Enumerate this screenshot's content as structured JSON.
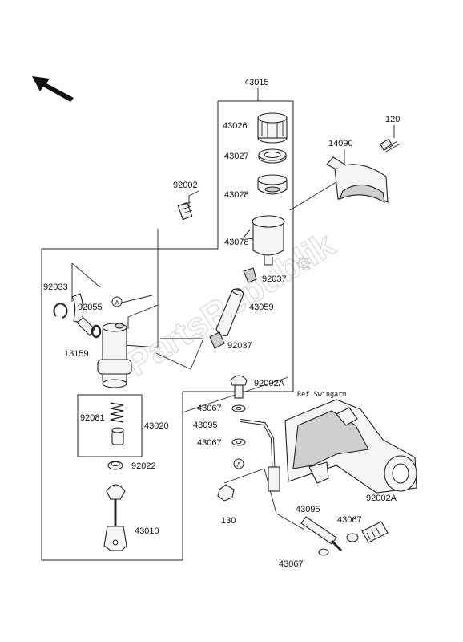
{
  "parts": {
    "p43015": "43015",
    "p43026": "43026",
    "p43027": "43027",
    "p43028": "43028",
    "p43078": "43078",
    "p120": "120",
    "p14090": "14090",
    "p92002": "92002",
    "p92033": "92033",
    "p92055": "92055",
    "p13159": "13159",
    "p92037a": "92037",
    "p43059": "43059",
    "p92037b": "92037",
    "p92002A_top": "92002A",
    "p43067_a": "43067",
    "p43095_a": "43095",
    "p43067_b": "43067",
    "p92081": "92081",
    "p43020": "43020",
    "p92022": "92022",
    "p43010": "43010",
    "p130": "130",
    "p43095_b": "43095",
    "p43067_c": "43067",
    "p92002A_bot": "92002A",
    "p43067_d": "43067"
  },
  "ref_label": "Ref.Swingarm",
  "marker_letter": "A",
  "watermark": "PartsRepublik",
  "colors": {
    "ink": "#222222",
    "background": "#ffffff",
    "watermark": "#d8d8d8"
  },
  "icons": [
    "direction-arrow-icon",
    "gear-icon"
  ]
}
